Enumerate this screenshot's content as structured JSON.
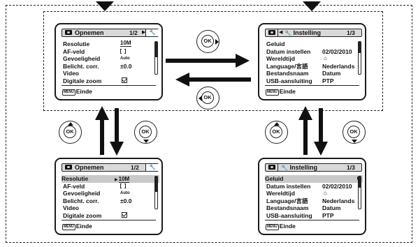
{
  "screens": {
    "shooting_top": {
      "title": "Opnemen",
      "page": "1/2",
      "rows": [
        {
          "label": "Resolutie",
          "value": "10M"
        },
        {
          "label": "AF-veld",
          "value": ""
        },
        {
          "label": "Gevoeligheid",
          "value": "Auto"
        },
        {
          "label": "Belicht. corr.",
          "value": "±0.0"
        },
        {
          "label": "Video",
          "value": ""
        },
        {
          "label": "Digitale zoom",
          "value": ""
        }
      ],
      "footer_key": "MENU",
      "footer": "Einde"
    },
    "setting_top": {
      "title": "Instelling",
      "page": "1/3",
      "rows": [
        {
          "label": "Geluid",
          "value": ""
        },
        {
          "label": "Datum instellen",
          "value": "02/02/2010"
        },
        {
          "label": "Wereldtijd",
          "value": ""
        },
        {
          "label": "Language/言語",
          "value": "Nederlands"
        },
        {
          "label": "Bestandsnaam",
          "value": "Datum"
        },
        {
          "label": "USB-aansluiting",
          "value": "PTP"
        }
      ],
      "footer_key": "MENU",
      "footer": "Einde"
    },
    "shooting_bottom": {
      "title": "Opnemen",
      "page": "1/2",
      "rows": [
        {
          "label": "Resolutie",
          "value": "10M"
        },
        {
          "label": "AF-veld",
          "value": ""
        },
        {
          "label": "Gevoeligheid",
          "value": "Auto"
        },
        {
          "label": "Belicht. corr.",
          "value": "±0.0"
        },
        {
          "label": "Video",
          "value": ""
        },
        {
          "label": "Digitale zoom",
          "value": ""
        }
      ],
      "footer_key": "MENU",
      "footer": "Einde"
    },
    "setting_bottom": {
      "title": "Instelling",
      "page": "1/3",
      "rows": [
        {
          "label": "Geluid",
          "value": ""
        },
        {
          "label": "Datum instellen",
          "value": "02/02/2010"
        },
        {
          "label": "Wereldtijd",
          "value": ""
        },
        {
          "label": "Language/言語",
          "value": "Nederlands"
        },
        {
          "label": "Bestandsnaam",
          "value": "Datum"
        },
        {
          "label": "USB-aansluiting",
          "value": "PTP"
        }
      ],
      "footer_key": "MENU",
      "footer": "Einde"
    }
  },
  "buttons": {
    "ok_label": "OK"
  },
  "icons": {
    "camera": "camera-icon",
    "wrench": "wrench-icon",
    "check": "check-icon",
    "home": "home-icon",
    "af_frame": "af-frame-icon"
  }
}
